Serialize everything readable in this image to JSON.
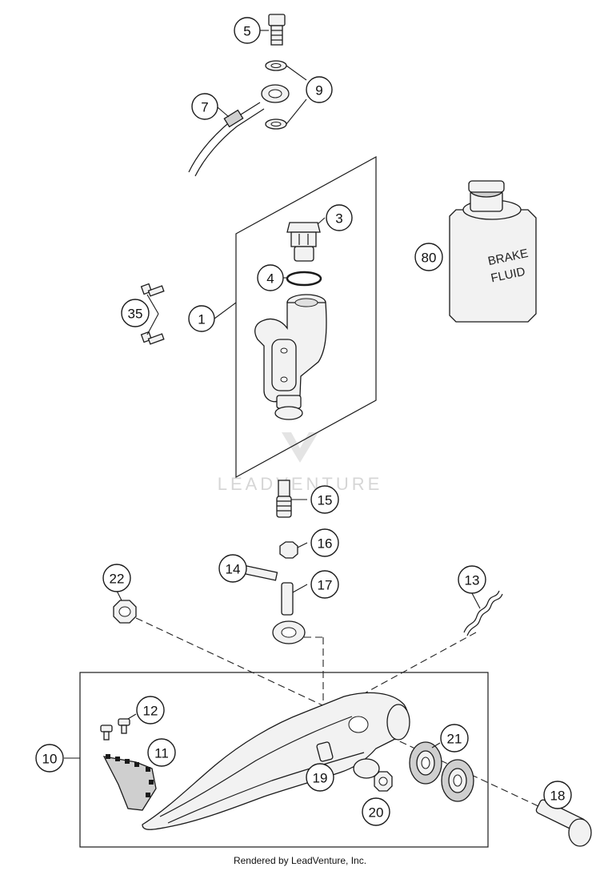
{
  "callouts": {
    "c5": "5",
    "c9": "9",
    "c7": "7",
    "c3": "3",
    "c80": "80",
    "c4": "4",
    "c35": "35",
    "c1": "1",
    "c15": "15",
    "c16": "16",
    "c22": "22",
    "c14": "14",
    "c17": "17",
    "c13": "13",
    "c12": "12",
    "c11": "11",
    "c21": "21",
    "c10": "10",
    "c19": "19",
    "c18": "18",
    "c20": "20"
  },
  "bottle": {
    "line1": "BRAKE",
    "line2": "FLUID"
  },
  "watermark": "LEADVENTURE",
  "footer": "Rendered by LeadVenture, Inc."
}
